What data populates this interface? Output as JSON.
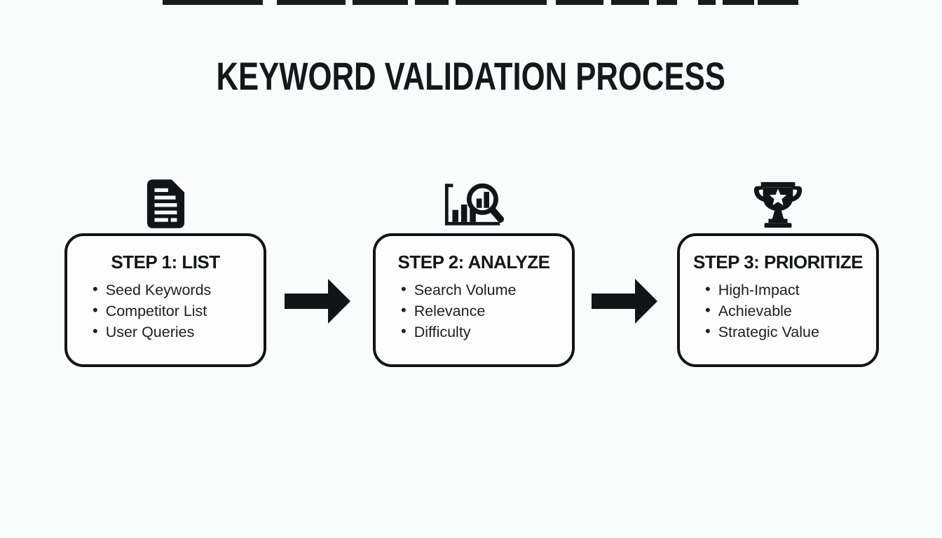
{
  "title": "KEYWORD VALIDATION PROCESS",
  "steps": [
    {
      "icon": "document-icon",
      "heading": "STEP 1: LIST",
      "items": [
        "Seed Keywords",
        "Competitor List",
        "User Queries"
      ]
    },
    {
      "icon": "chart-magnifier-icon",
      "heading": "STEP 2: ANALYZE",
      "items": [
        "Search Volume",
        "Relevance",
        "Difficulty"
      ]
    },
    {
      "icon": "trophy-icon",
      "heading": "STEP 3: PRIORITIZE",
      "items": [
        "High-Impact",
        "Achievable",
        "Strategic Value"
      ]
    }
  ],
  "colors": {
    "background": "#fafbfb",
    "ink": "#15181a",
    "box_border": "#111416",
    "box_fill": "#fdfdfd"
  }
}
